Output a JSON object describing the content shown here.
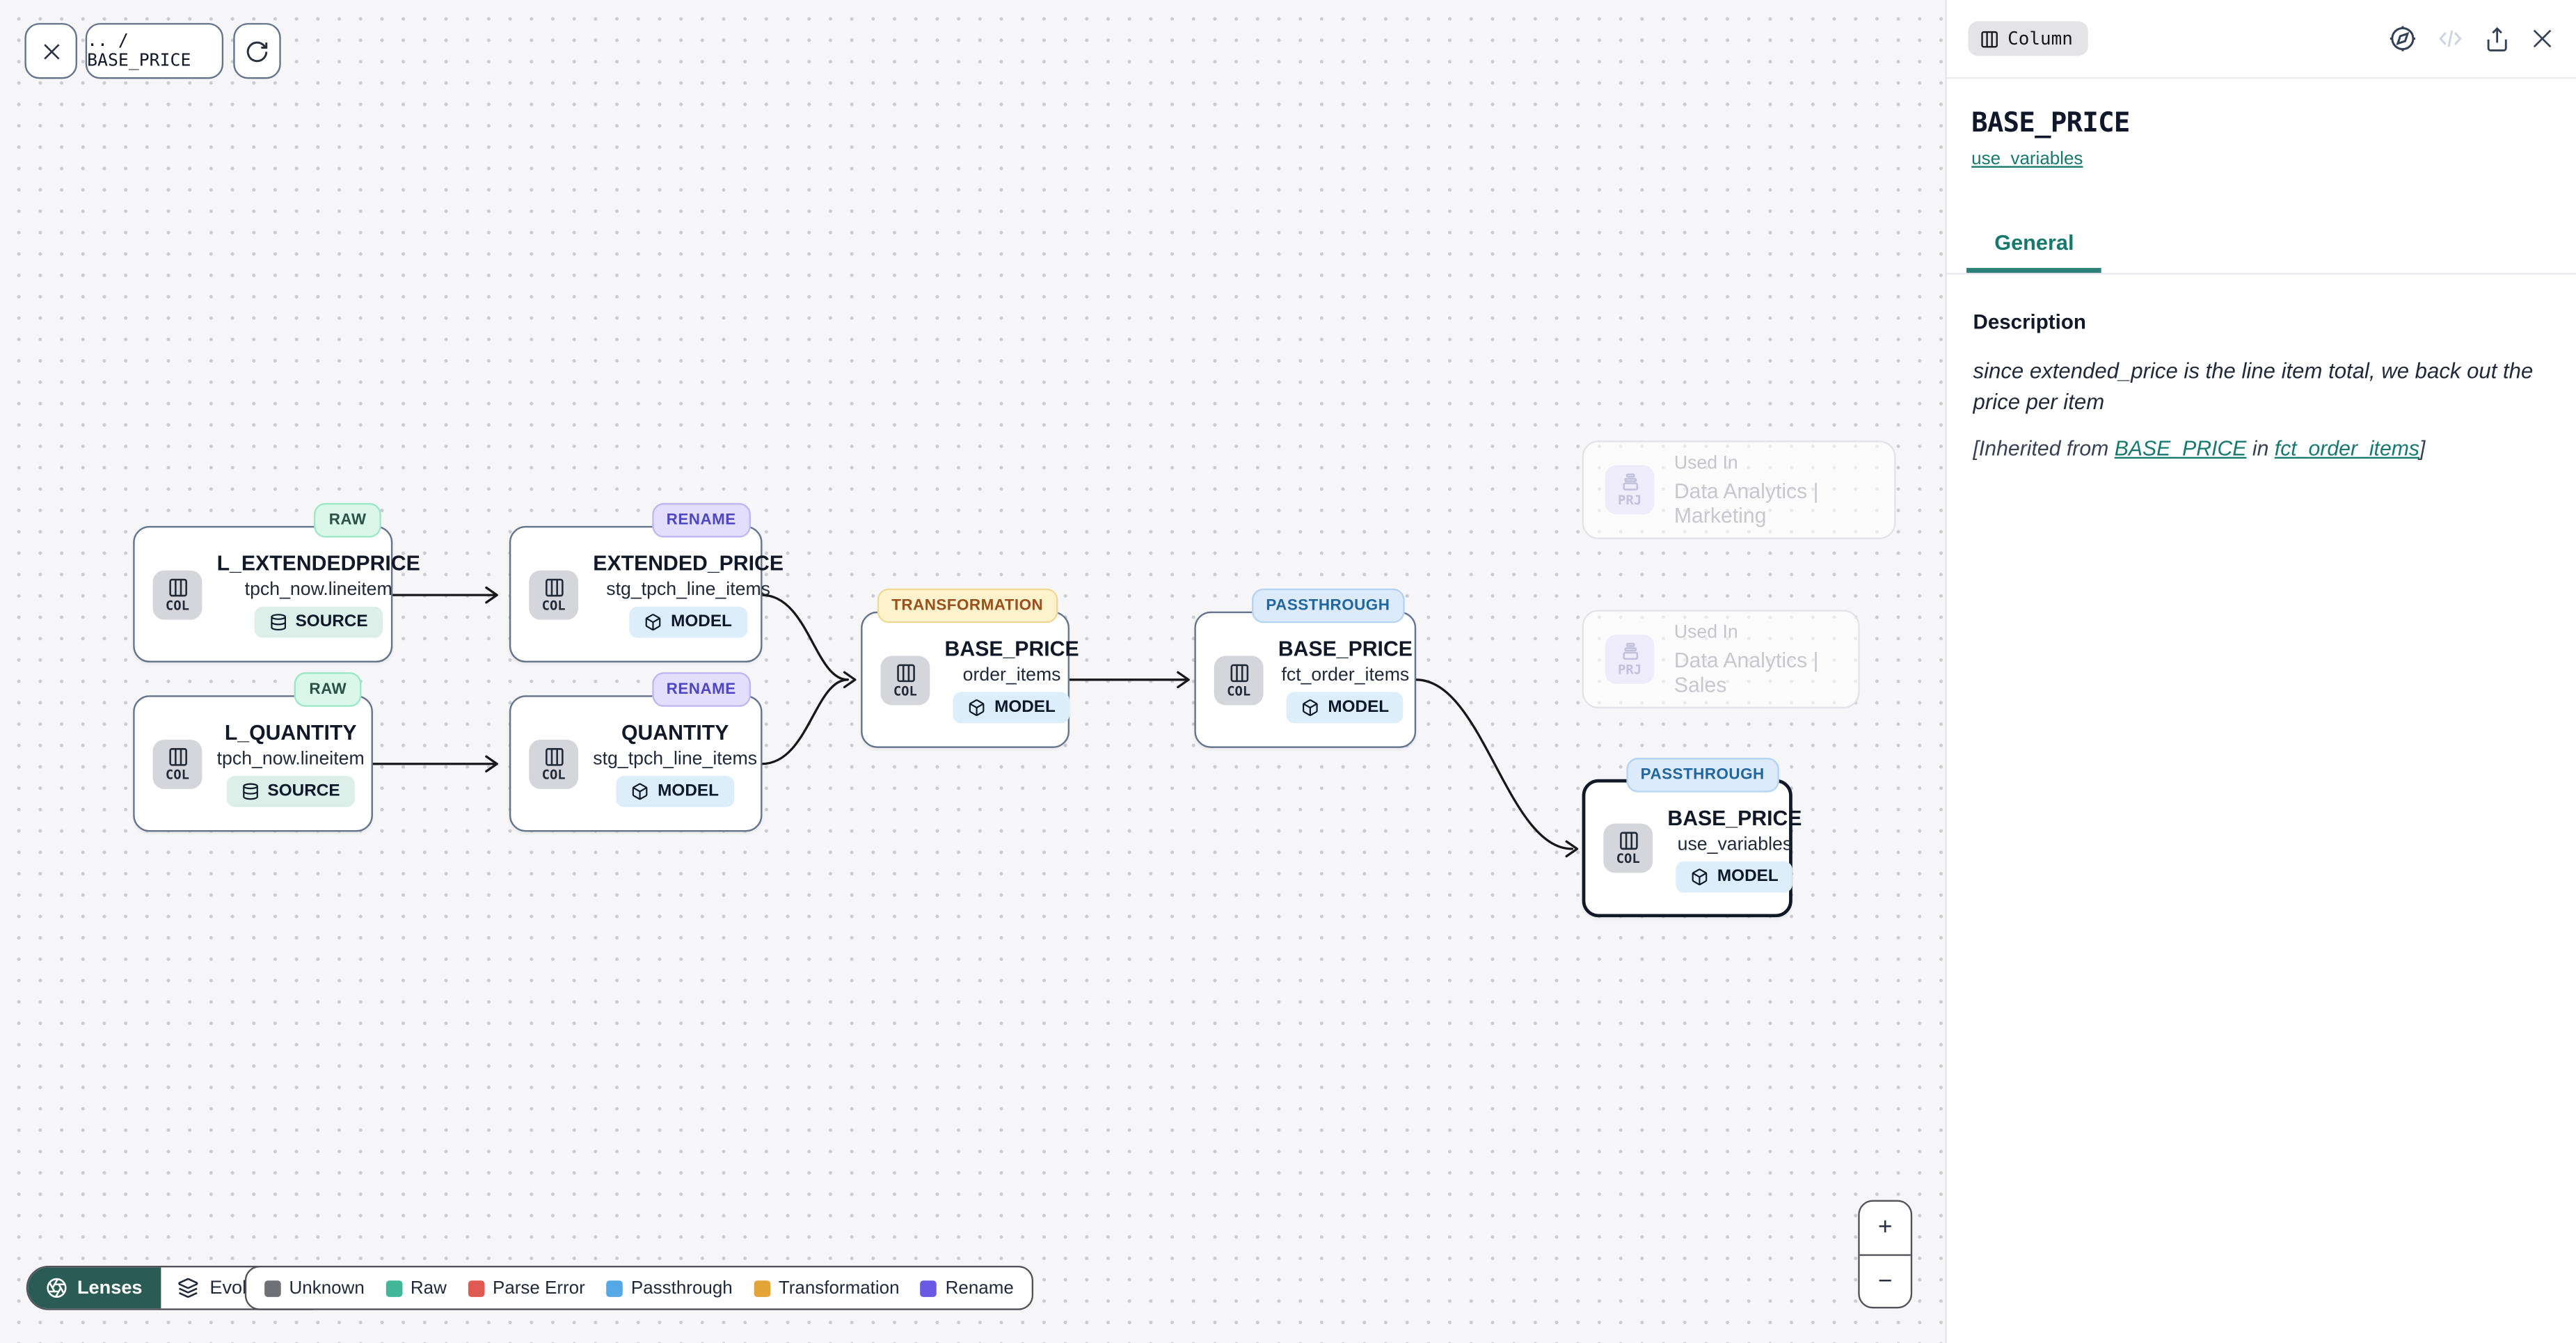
{
  "toolbar": {
    "breadcrumb": ".. / BASE_PRICE"
  },
  "panel": {
    "badge": "Column",
    "title": "BASE_PRICE",
    "model_link": "use_variables",
    "tab": "General",
    "description_heading": "Description",
    "description_text": "since extended_price is the line item total, we back out the price per item",
    "inherited": {
      "prefix": "[Inherited from ",
      "column_link": "BASE_PRICE",
      "middle": " in ",
      "model_link": "fct_order_items",
      "suffix": "]"
    }
  },
  "nodes": [
    {
      "badge": "RAW",
      "title": "L_EXTENDEDPRICE",
      "subtitle": "tpch_now.lineitem",
      "kind": "SOURCE",
      "type": "COL"
    },
    {
      "badge": "RENAME",
      "title": "EXTENDED_PRICE",
      "subtitle": "stg_tpch_line_items",
      "kind": "MODEL",
      "type": "COL"
    },
    {
      "badge": "RAW",
      "title": "L_QUANTITY",
      "subtitle": "tpch_now.lineitem",
      "kind": "SOURCE",
      "type": "COL"
    },
    {
      "badge": "RENAME",
      "title": "QUANTITY",
      "subtitle": "stg_tpch_line_items",
      "kind": "MODEL",
      "type": "COL"
    },
    {
      "badge": "TRANSFORMATION",
      "title": "BASE_PRICE",
      "subtitle": "order_items",
      "kind": "MODEL",
      "type": "COL"
    },
    {
      "badge": "PASSTHROUGH",
      "title": "BASE_PRICE",
      "subtitle": "fct_order_items",
      "kind": "MODEL",
      "type": "COL"
    },
    {
      "badge": "PASSTHROUGH",
      "title": "BASE_PRICE",
      "subtitle": "use_variables",
      "kind": "MODEL",
      "type": "COL"
    }
  ],
  "used_in": [
    {
      "label": "Used In",
      "name": "Data Analytics | Marketing",
      "type": "PRJ"
    },
    {
      "label": "Used In",
      "name": "Data Analytics | Sales",
      "type": "PRJ"
    }
  ],
  "controls": {
    "lenses": "Lenses",
    "lens_selected": "Evolution",
    "zoom_in": "+",
    "zoom_out": "−"
  },
  "legend": {
    "items": [
      {
        "label": "Unknown",
        "color": "#6e7076"
      },
      {
        "label": "Raw",
        "color": "#41b797"
      },
      {
        "label": "Parse Error",
        "color": "#df5a50"
      },
      {
        "label": "Passthrough",
        "color": "#55a7e6"
      },
      {
        "label": "Transformation",
        "color": "#e3a438"
      },
      {
        "label": "Rename",
        "color": "#6a5ae3"
      }
    ]
  },
  "accent": {
    "teal": "#17796d"
  }
}
